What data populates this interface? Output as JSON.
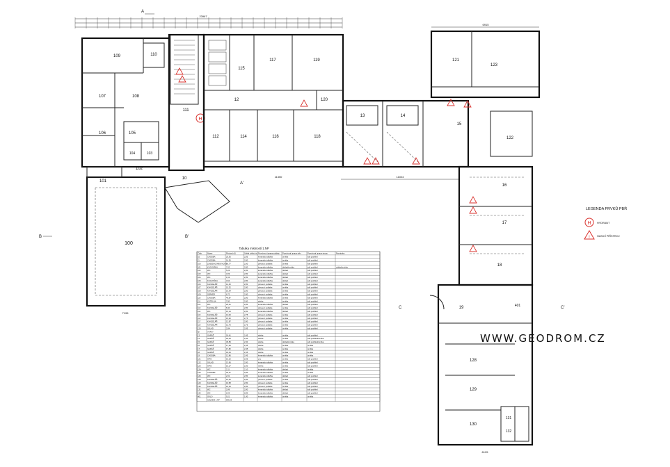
{
  "watermark": "WWW.GEODROM.CZ",
  "legend": {
    "title": "LEGENDA PRVKŮ PBŘ",
    "items": [
      {
        "symbol": "H",
        "label": "HYDRANT"
      },
      {
        "symbol": "!",
        "label": "HASICÍ PŘÍSTROJ"
      }
    ]
  },
  "dims": {
    "overall_left": "23967",
    "overall_right": "6915",
    "bottom_left": "7195",
    "bottom_right": "6195",
    "corridor": "11350",
    "corridor2": "11024"
  },
  "section_marks": [
    {
      "id": "sec-a-top",
      "label": "A"
    },
    {
      "id": "sec-a-mid",
      "label": "A'"
    },
    {
      "id": "sec-b-left",
      "label": "B"
    },
    {
      "id": "sec-b-right",
      "label": "B'"
    },
    {
      "id": "sec-c-left",
      "label": "C"
    },
    {
      "id": "sec-c-right",
      "label": "C'"
    }
  ],
  "rooms": [
    {
      "id": "109",
      "label": "109"
    },
    {
      "id": "110",
      "label": "110"
    },
    {
      "id": "107",
      "label": "107"
    },
    {
      "id": "108",
      "label": "108"
    },
    {
      "id": "106",
      "label": "106"
    },
    {
      "id": "105",
      "label": "105"
    },
    {
      "id": "111",
      "label": "111"
    },
    {
      "id": "101",
      "label": "101"
    },
    {
      "id": "102",
      "label": "102"
    },
    {
      "id": "104",
      "label": "104"
    },
    {
      "id": "103",
      "label": "103"
    },
    {
      "id": "10",
      "label": "10"
    },
    {
      "id": "100",
      "label": "100"
    },
    {
      "id": "115",
      "label": "115"
    },
    {
      "id": "117",
      "label": "117"
    },
    {
      "id": "119",
      "label": "119"
    },
    {
      "id": "12",
      "label": "12"
    },
    {
      "id": "120",
      "label": "120"
    },
    {
      "id": "112",
      "label": "112"
    },
    {
      "id": "114",
      "label": "114"
    },
    {
      "id": "116",
      "label": "116"
    },
    {
      "id": "118",
      "label": "118"
    },
    {
      "id": "13",
      "label": "13"
    },
    {
      "id": "14",
      "label": "14"
    },
    {
      "id": "15",
      "label": "15"
    },
    {
      "id": "121",
      "label": "121"
    },
    {
      "id": "123",
      "label": "123"
    },
    {
      "id": "122",
      "label": "122"
    },
    {
      "id": "16",
      "label": "16"
    },
    {
      "id": "17",
      "label": "17"
    },
    {
      "id": "18",
      "label": "18"
    },
    {
      "id": "19",
      "label": "19"
    },
    {
      "id": "401",
      "label": "401"
    },
    {
      "id": "128",
      "label": "128"
    },
    {
      "id": "129",
      "label": "129"
    },
    {
      "id": "130",
      "label": "130"
    },
    {
      "id": "131",
      "label": "131"
    },
    {
      "id": "132",
      "label": "132"
    }
  ],
  "table": {
    "title": "Tabulka místností 1.NP",
    "headers": [
      "Číslo",
      "Název",
      "Plocha (m2)",
      "Světlá výška (m)",
      "Povrchová úprava podlahy",
      "Povrchová úprava stěn",
      "Povrchová úprava stropu",
      "Poznámka"
    ],
    "rows": [
      [
        "10",
        "CHODBA",
        "20,36",
        "2,85",
        "keramická dlažba",
        "omítka",
        "sdk podhled",
        ""
      ],
      [
        "11",
        "CHODBA",
        "16,36",
        "2,80",
        "keramická dlažba",
        "omítka",
        "sdk podhled",
        ""
      ],
      [
        "100",
        "ZASEDACÍ MÍSTNOST",
        "56,77",
        "2,90",
        "plovoucí podlaha",
        "omítka",
        "sdk podhled",
        ""
      ],
      [
        "101",
        "KUCHYŇKA",
        "7,62",
        "2,80",
        "keramická dlažba",
        "obklad/omítka",
        "sdk podhled",
        "obklad/omítka"
      ],
      [
        "102",
        "WC",
        "5,03",
        "2,80",
        "keramická dlažba",
        "obklad",
        "sdk podhled",
        ""
      ],
      [
        "103",
        "WC",
        "3,09",
        "2,80",
        "keramická dlažba",
        "obklad",
        "sdk podhled",
        ""
      ],
      [
        "104",
        "WC",
        "1,63",
        "2,80",
        "keramická dlažba",
        "obklad",
        "sdk podhled",
        ""
      ],
      [
        "105",
        "KUCHYŇKA",
        "3,64",
        "2,80",
        "keramická dlažba",
        "obklad",
        "sdk podhled",
        ""
      ],
      [
        "106",
        "KANCELÁŘ",
        "12,25",
        "2,80",
        "plovoucí podlaha",
        "omítka",
        "sdk podhled",
        ""
      ],
      [
        "107",
        "KANCELÁŘ",
        "15,32",
        "2,80",
        "plovoucí podlaha",
        "omítka",
        "sdk podhled",
        ""
      ],
      [
        "108",
        "KANCELÁŘ",
        "16,34",
        "2,80",
        "plovoucí podlaha",
        "omítka",
        "sdk podhled",
        ""
      ],
      [
        "109",
        "SERVER",
        "6,72",
        "2,80",
        "plovoucí podlaha",
        "omítka",
        "sdk podhled",
        ""
      ],
      [
        "110",
        "CHODBA",
        "46,87",
        "2,80",
        "keramická dlažba",
        "omítka",
        "sdk podhled",
        ""
      ],
      [
        "111",
        "KOTELNA",
        "7,80",
        "2,80",
        "stěrka",
        "omítka",
        "sdk podhled",
        ""
      ],
      [
        "112",
        "WC",
        "26,21",
        "2,80",
        "keramická dlažba",
        "obklad",
        "sdk podhled",
        ""
      ],
      [
        "113",
        "KANCELÁŘ",
        "8,40",
        "2,80",
        "plovoucí podlaha",
        "omítka",
        "sdk podhled",
        ""
      ],
      [
        "114",
        "WC",
        "15,14",
        "2,80",
        "keramická dlažba",
        "obklad",
        "sdk podhled",
        ""
      ],
      [
        "115",
        "KANCELÁŘ",
        "13,00",
        "2,75",
        "plovoucí podlaha",
        "omítka",
        "sdk podhled",
        ""
      ],
      [
        "116",
        "KANCELÁŘ",
        "15,20",
        "2,75",
        "plovoucí podlaha",
        "omítka",
        "sdk podhled",
        ""
      ],
      [
        "117",
        "KANCELÁŘ",
        "12,87",
        "2,80",
        "plovoucí podlaha",
        "omítka",
        "sdk podhled",
        ""
      ],
      [
        "118",
        "KANCELÁŘ",
        "12,76",
        "2,75",
        "plovoucí podlaha",
        "omítka",
        "sdk podhled",
        ""
      ],
      [
        "120",
        "SKLAD",
        "2,84",
        "2,85",
        "plovoucí podlaha",
        "omítka",
        "sdk podhled",
        ""
      ],
      [
        "ID",
        "VTÁKY",
        "",
        "",
        "",
        "",
        "",
        ""
      ],
      [
        "13",
        "GARÁŽ",
        "18,41",
        "2,45",
        "stěrka",
        "omítka",
        "sdk podhled",
        ""
      ],
      [
        "14",
        "GARÁŽ",
        "18,43",
        "2,30",
        "stěrka",
        "omítka",
        "sdk podhled/omítka",
        ""
      ],
      [
        "15",
        "GARÁŽ",
        "36,89",
        "2,30",
        "stěrka",
        "obklad/omítka",
        "sdk podhled/omítka",
        ""
      ],
      [
        "16",
        "GARÁŽ",
        "17,29",
        "2,45",
        "stěrka",
        "omítka",
        "omítka",
        ""
      ],
      [
        "17",
        "GARÁŽ",
        "17,82",
        "2,45",
        "stěrka",
        "omítka",
        "omítka",
        ""
      ],
      [
        "18",
        "GARÁŽ",
        "18,49",
        "2,45",
        "stěrka",
        "omítka",
        "omítka",
        ""
      ],
      [
        "19",
        "CHODBA",
        "12,86",
        "2,45",
        "keramická dlažba",
        "omítka",
        "omítka",
        ""
      ],
      [
        "121",
        "SPIS",
        "13,10",
        "2,95",
        "pvc",
        "omítka",
        "sdk podhled",
        ""
      ],
      [
        "122",
        "SKLAD",
        "13,96",
        "2,80",
        "keramická dlažba",
        "omítka",
        "sdk podhled",
        ""
      ],
      [
        "123",
        "SPIS",
        "10,17",
        "2,30",
        "stěrka",
        "omítka",
        "sdk podhled",
        ""
      ],
      [
        "124",
        "WC",
        "2,11",
        "2,10",
        "keramická dlažba",
        "obklad",
        "omítka",
        ""
      ],
      [
        "125",
        "CHODBA",
        "26,37",
        "2,80",
        "keramická dlažba",
        "omítka",
        "omítka",
        ""
      ],
      [
        "126",
        "WC",
        "2,01",
        "2,80",
        "keramická dlažba",
        "obklad",
        "sdk podhled",
        ""
      ],
      [
        "128",
        "KANCELÁŘ",
        "15,40",
        "2,80",
        "plovoucí podlaha",
        "omítka",
        "sdk podhled",
        ""
      ],
      [
        "129",
        "KANCELÁŘ",
        "16,58",
        "2,80",
        "plovoucí podlaha",
        "omítka",
        "sdk podhled",
        ""
      ],
      [
        "130",
        "KANCELÁŘ",
        "16,34",
        "2,80",
        "plovoucí podlaha",
        "omítka",
        "sdk podhled",
        ""
      ],
      [
        "131",
        "WC",
        "2,86",
        "2,80",
        "keramická dlažba",
        "obklad",
        "sdk podhled",
        ""
      ],
      [
        "132",
        "WC",
        "2,06",
        "2,80",
        "keramická dlažba",
        "obklad",
        "sdk podhled",
        ""
      ],
      [
        "401",
        "OKLO",
        "9,21",
        "1,80",
        "keramická dlažba",
        "omítka",
        "omítka",
        ""
      ]
    ],
    "total_label": "CELKEM 1.NP",
    "total_value": "596,63"
  }
}
